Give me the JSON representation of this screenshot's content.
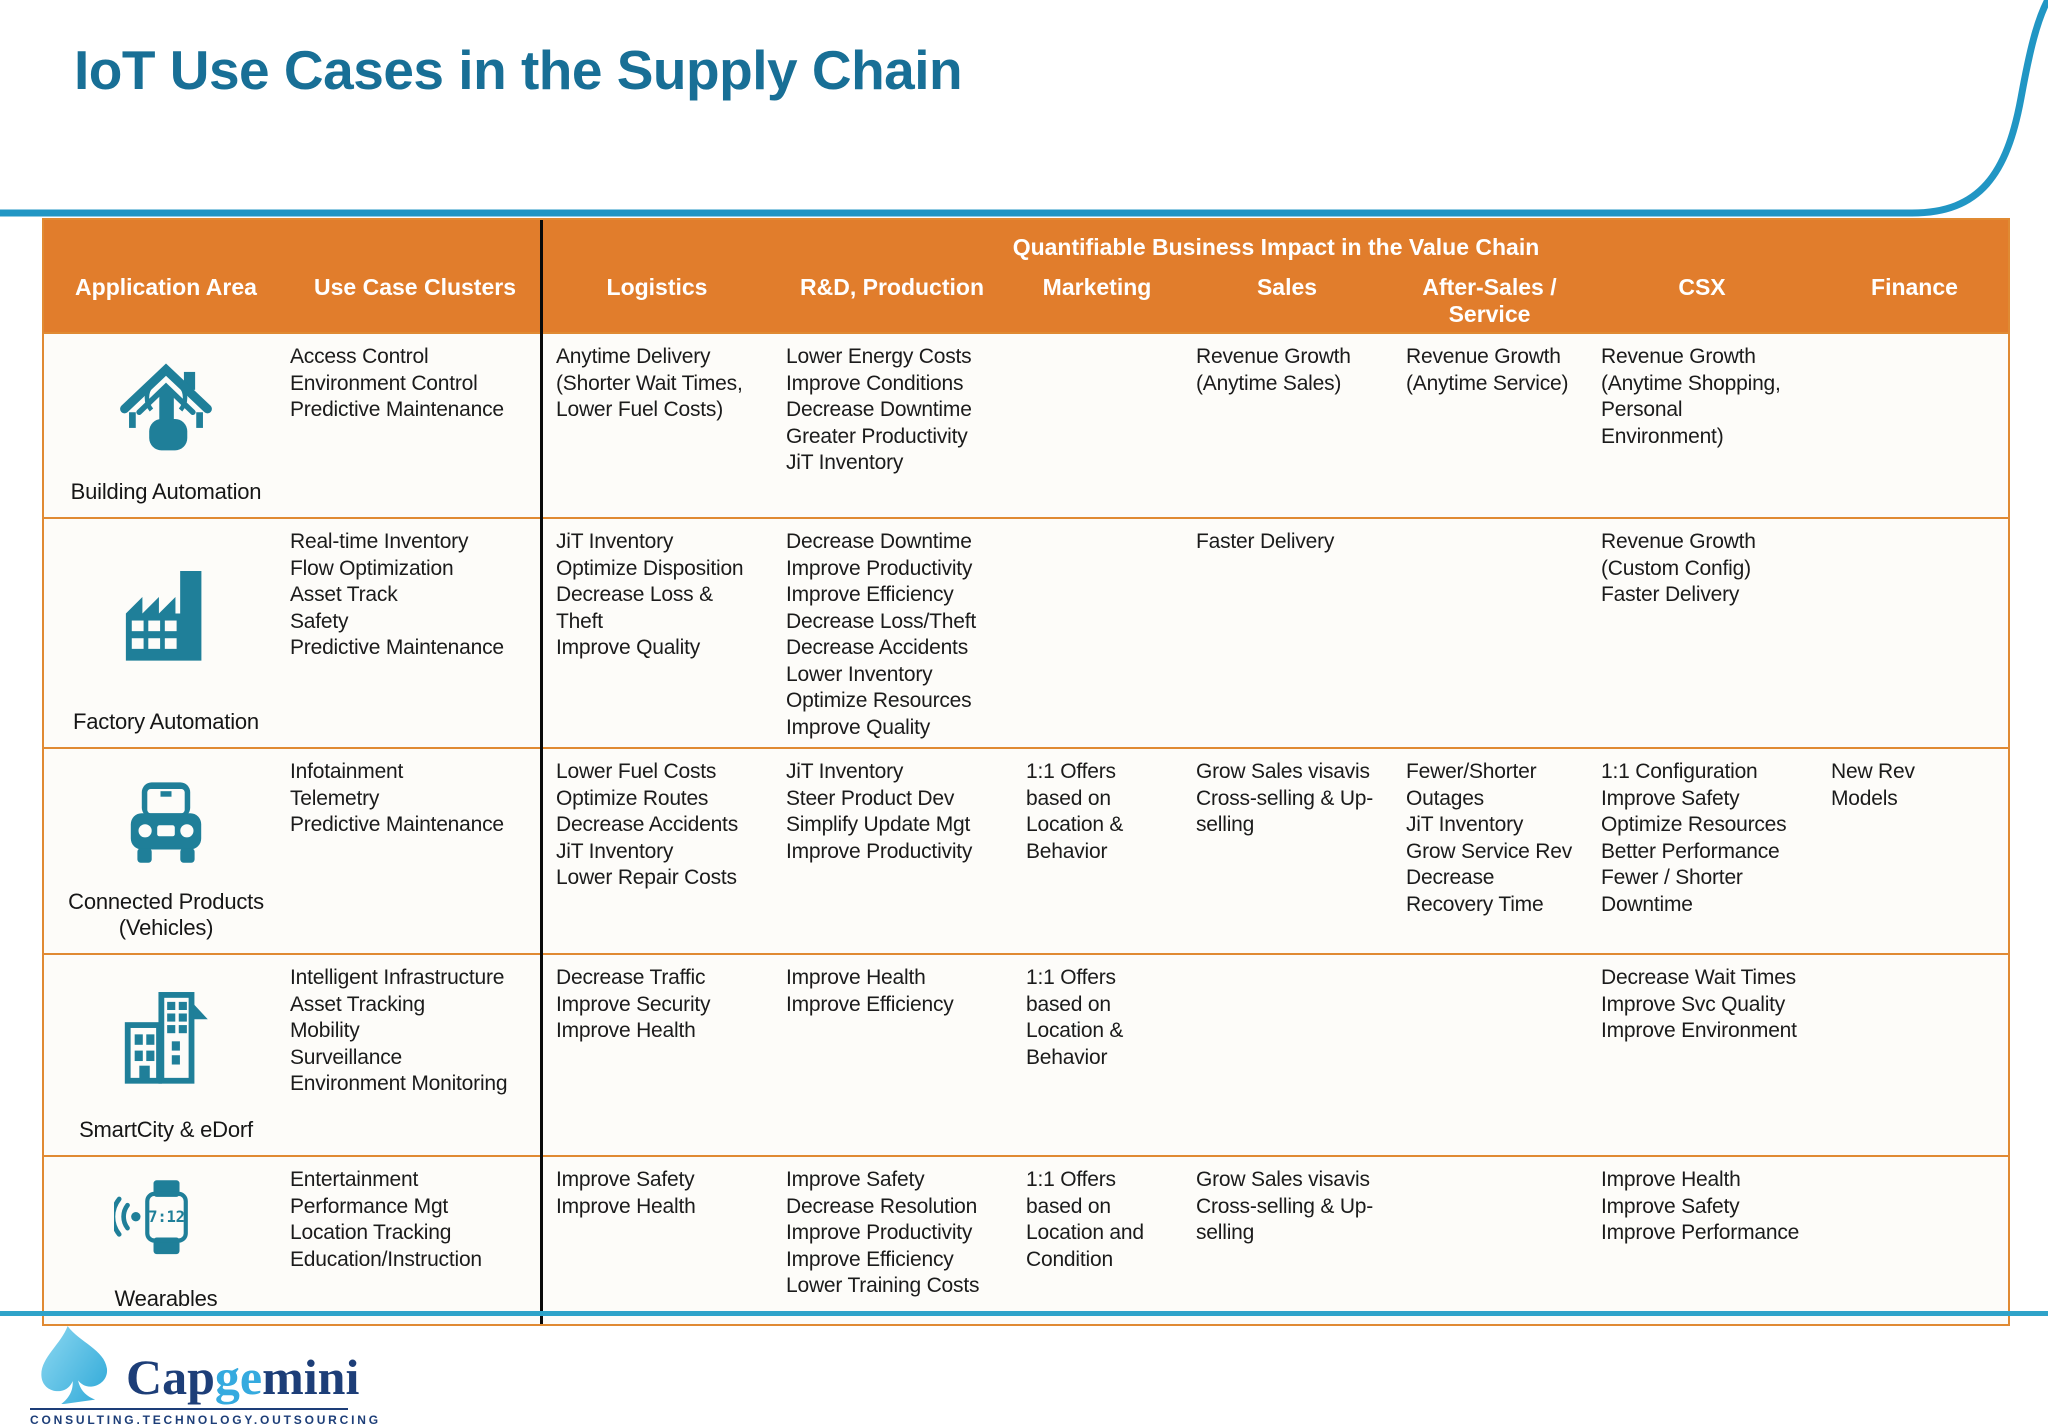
{
  "title": "IoT Use Cases in the Supply Chain",
  "colors": {
    "title_teal": "#186f96",
    "header_orange": "#e17d2c",
    "border_orange": "#e08a33",
    "icon_teal": "#1f7f99",
    "swoosh_blue": "#2196c4",
    "logo_navy": "#1d3e78",
    "logo_cyan": "#35aadf"
  },
  "table": {
    "impact_header": "Quantifiable Business Impact in the Value Chain",
    "columns": [
      "Application Area",
      "Use Case Clusters",
      "Logistics",
      "R&D, Production",
      "Marketing",
      "Sales",
      "After-Sales /\nService",
      "CSX",
      "Finance"
    ],
    "rows": [
      {
        "area": "Building Automation",
        "icon": "building-automation-icon",
        "clusters": "Access Control\nEnvironment Control\nPredictive Maintenance",
        "impacts": {
          "logistics": "Anytime Delivery\n(Shorter Wait Times,\nLower Fuel Costs)",
          "rd_production": "Lower Energy Costs\nImprove Conditions\nDecrease Downtime\nGreater Productivity\nJiT Inventory",
          "marketing": "",
          "sales": "Revenue Growth\n(Anytime Sales)",
          "after_sales_service": "Revenue Growth\n(Anytime Service)",
          "csx": "Revenue Growth\n(Anytime Shopping,\nPersonal\nEnvironment)",
          "finance": ""
        }
      },
      {
        "area": "Factory Automation",
        "icon": "factory-automation-icon",
        "clusters": "Real-time Inventory\nFlow Optimization\nAsset Track\nSafety\nPredictive Maintenance",
        "impacts": {
          "logistics": "JiT Inventory\nOptimize Disposition\nDecrease Loss & Theft\nImprove Quality",
          "rd_production": "Decrease Downtime\nImprove Productivity\nImprove Efficiency\nDecrease Loss/Theft\nDecrease Accidents\nLower Inventory\nOptimize Resources\nImprove Quality",
          "marketing": "",
          "sales": "Faster Delivery",
          "after_sales_service": "",
          "csx": "Revenue Growth\n(Custom Config)\nFaster Delivery",
          "finance": ""
        }
      },
      {
        "area": "Connected Products\n(Vehicles)",
        "icon": "connected-vehicle-icon",
        "clusters": "Infotainment\nTelemetry\nPredictive Maintenance",
        "impacts": {
          "logistics": "Lower Fuel Costs\nOptimize Routes\nDecrease Accidents\nJiT Inventory\nLower Repair Costs",
          "rd_production": "JiT Inventory\nSteer Product Dev\nSimplify Update Mgt\nImprove Productivity",
          "marketing": "1:1 Offers\nbased on\nLocation &\nBehavior",
          "sales": "Grow Sales visavis\nCross-selling & Up-\nselling",
          "after_sales_service": "Fewer/Shorter\nOutages\nJiT Inventory\nGrow Service Rev\nDecrease\nRecovery Time",
          "csx": "1:1 Configuration\nImprove Safety\nOptimize Resources\nBetter Performance\nFewer / Shorter\nDowntime",
          "finance": "New Rev\nModels"
        }
      },
      {
        "area": "SmartCity & eDorf",
        "icon": "smart-city-icon",
        "clusters": "Intelligent Infrastructure\nAsset Tracking\nMobility\nSurveillance\nEnvironment Monitoring",
        "impacts": {
          "logistics": "Decrease Traffic\nImprove Security\nImprove Health",
          "rd_production": "Improve Health\nImprove Efficiency",
          "marketing": "1:1 Offers\nbased on\nLocation &\nBehavior",
          "sales": "",
          "after_sales_service": "",
          "csx": "Decrease Wait Times\nImprove Svc Quality\nImprove Environment",
          "finance": ""
        }
      },
      {
        "area": "Wearables",
        "icon": "wearables-icon",
        "clusters": "Entertainment\nPerformance Mgt\nLocation Tracking\nEducation/Instruction",
        "impacts": {
          "logistics": "Improve Safety\nImprove Health",
          "rd_production": "Improve Safety\nDecrease Resolution\nImprove Productivity\nImprove Efficiency\nLower Training Costs",
          "marketing": "1:1 Offers\nbased on\nLocation and\nCondition",
          "sales": "Grow Sales visavis\nCross-selling & Up-\nselling",
          "after_sales_service": "",
          "csx": "Improve Health\nImprove Safety\nImprove Performance",
          "finance": ""
        }
      }
    ]
  },
  "footer": {
    "brand_part1": "Cap",
    "brand_part2": "ge",
    "brand_part3": "mini",
    "tagline": "CONSULTING.TECHNOLOGY.OUTSOURCING",
    "watch_time": "7:12"
  }
}
